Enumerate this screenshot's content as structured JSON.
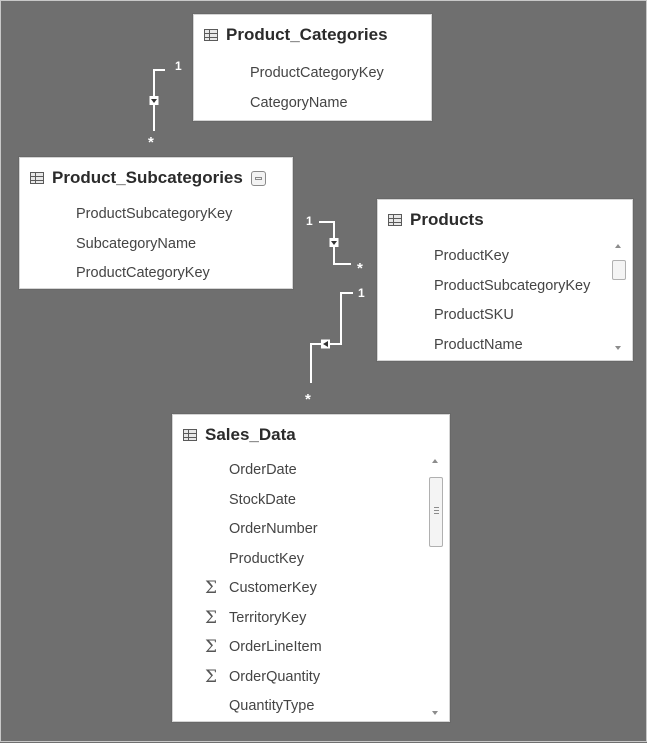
{
  "tables": {
    "product_categories": {
      "title": "Product_Categories",
      "fields": [
        "ProductCategoryKey",
        "CategoryName"
      ]
    },
    "product_subcategories": {
      "title": "Product_Subcategories",
      "fields": [
        "ProductSubcategoryKey",
        "SubcategoryName",
        "ProductCategoryKey"
      ]
    },
    "products": {
      "title": "Products",
      "fields": [
        "ProductKey",
        "ProductSubcategoryKey",
        "ProductSKU",
        "ProductName"
      ]
    },
    "sales_data": {
      "title": "Sales_Data",
      "fields": [
        {
          "name": "OrderDate",
          "sigma": false
        },
        {
          "name": "StockDate",
          "sigma": false
        },
        {
          "name": "OrderNumber",
          "sigma": false
        },
        {
          "name": "ProductKey",
          "sigma": false
        },
        {
          "name": "CustomerKey",
          "sigma": true
        },
        {
          "name": "TerritoryKey",
          "sigma": true
        },
        {
          "name": "OrderLineItem",
          "sigma": true
        },
        {
          "name": "OrderQuantity",
          "sigma": true
        },
        {
          "name": "QuantityType",
          "sigma": false
        }
      ]
    }
  },
  "relationships": [
    {
      "from": "Product_Categories",
      "to": "Product_Subcategories",
      "one_label": "1",
      "many_label": "*"
    },
    {
      "from": "Product_Subcategories",
      "to": "Products",
      "one_label": "1",
      "many_label": "*"
    },
    {
      "from": "Products",
      "to": "Sales_Data",
      "one_label": "1",
      "many_label": "*"
    }
  ],
  "sigma_symbol": "Σ",
  "colors": {
    "canvas": "#6f6f6f",
    "card": "#ffffff",
    "line": "#ffffff",
    "title_text": "#2b2b2b",
    "field_text": "#444444"
  },
  "icons": [
    "table-icon",
    "collapse-icon",
    "sigma-icon",
    "scroll-up-arrow",
    "scroll-down-arrow"
  ]
}
